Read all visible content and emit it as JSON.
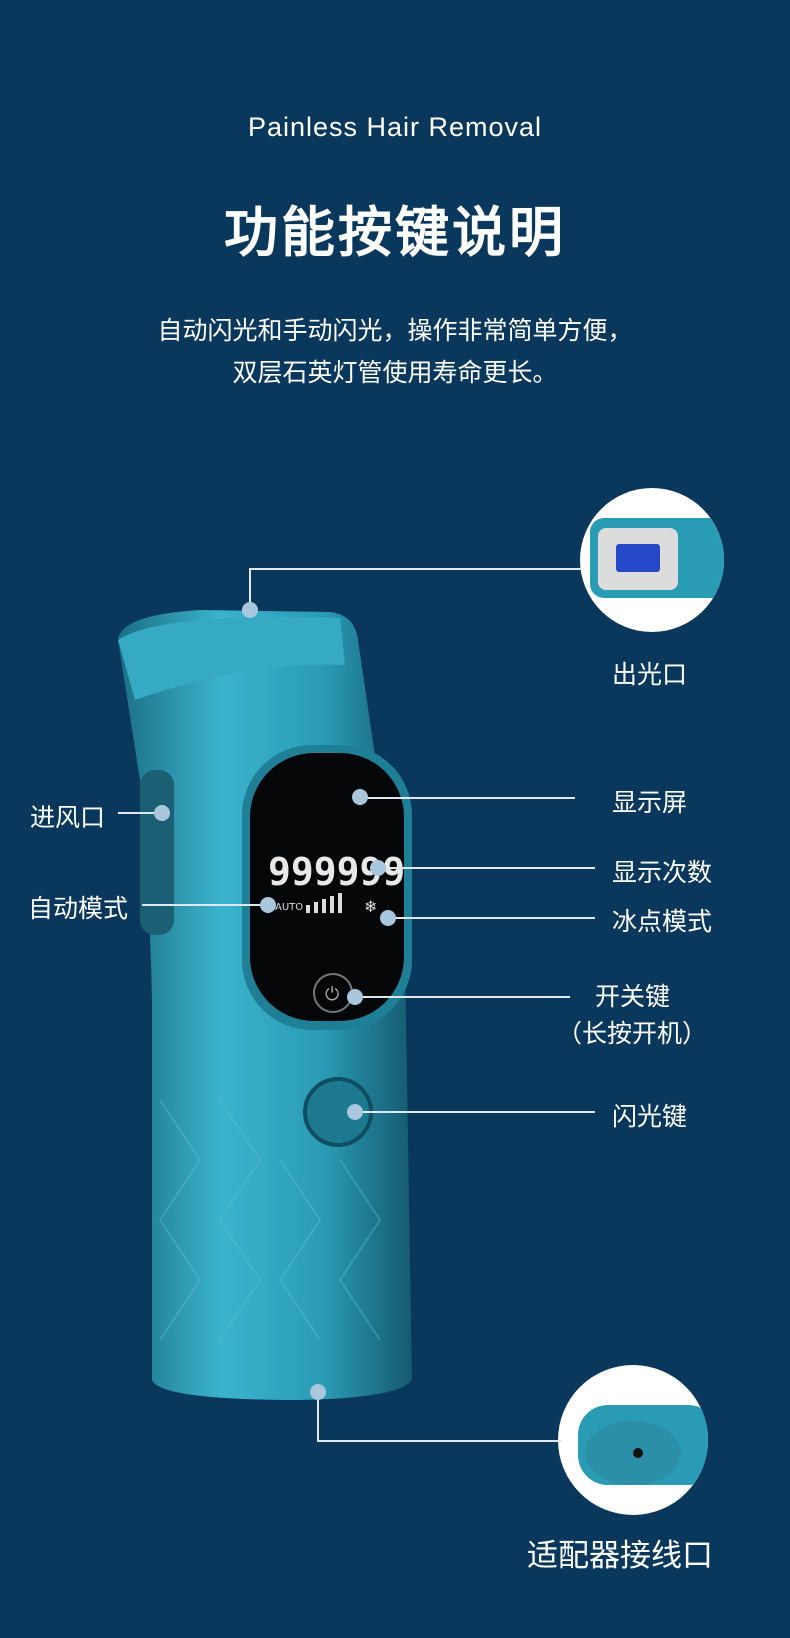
{
  "header": {
    "subtitle_en": "Painless Hair Removal",
    "title": "功能按键说明",
    "description_lines": [
      "自动闪光和手动闪光，操作非常简单方便，",
      "双层石英灯管使用寿命更长。"
    ]
  },
  "device": {
    "display_count": "999999",
    "auto_label": "AUTO",
    "body_color": "#2a9bb5"
  },
  "callouts": {
    "light_outlet": "出光口",
    "air_inlet": "进风口",
    "display_screen": "显示屏",
    "display_count": "显示次数",
    "auto_mode": "自动模式",
    "ice_mode": "冰点模式",
    "power_button": "开关键",
    "power_button_note": "（长按开机）",
    "flash_button": "闪光键",
    "adapter_port": "适配器接线口"
  },
  "colors": {
    "background": "#0a385c",
    "line": "#dfe8ef",
    "dot": "#a9c6dd"
  }
}
